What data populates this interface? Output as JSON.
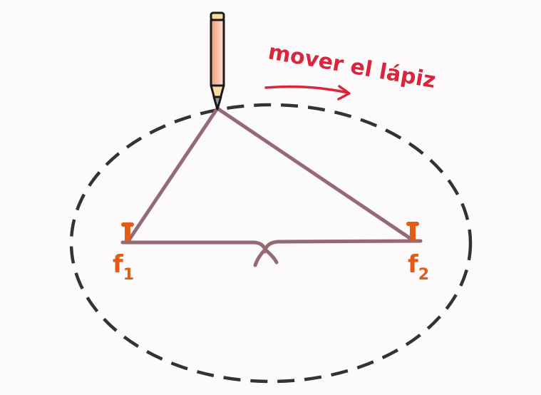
{
  "annotation": "mover el lápiz",
  "focus1": {
    "letter": "f",
    "sub": "1"
  },
  "focus2": {
    "letter": "f",
    "sub": "2"
  },
  "colors": {
    "annotation": "#d7263d",
    "string": "#946b72",
    "pins": "#e35b16",
    "ellipse": "#333333",
    "pencil": "#f4a88a"
  }
}
